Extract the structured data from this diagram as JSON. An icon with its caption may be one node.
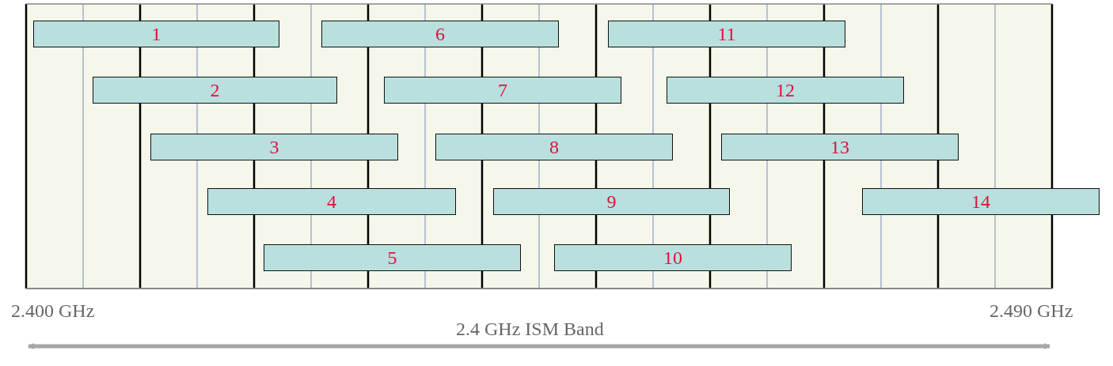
{
  "diagram": {
    "nodes": [
      {
        "text": [
          "1"
        ]
      },
      {
        "text": [
          "2"
        ]
      },
      {
        "text": [
          "3"
        ]
      },
      {
        "text": [
          "4"
        ]
      },
      {
        "text": [
          "5"
        ]
      },
      {
        "text": [
          "6"
        ]
      },
      {
        "text": [
          "7"
        ]
      },
      {
        "text": [
          "8"
        ]
      },
      {
        "text": [
          "9"
        ]
      },
      {
        "text": [
          "10"
        ]
      },
      {
        "text": [
          "11"
        ]
      },
      {
        "text": [
          "12"
        ]
      },
      {
        "text": [
          "13"
        ]
      },
      {
        "text": [
          "14"
        ]
      }
    ],
    "edges": [],
    "labels": [
      "2.400 GHz",
      "2.490 GHz",
      "2.4 GHz ISM Band"
    ]
  }
}
